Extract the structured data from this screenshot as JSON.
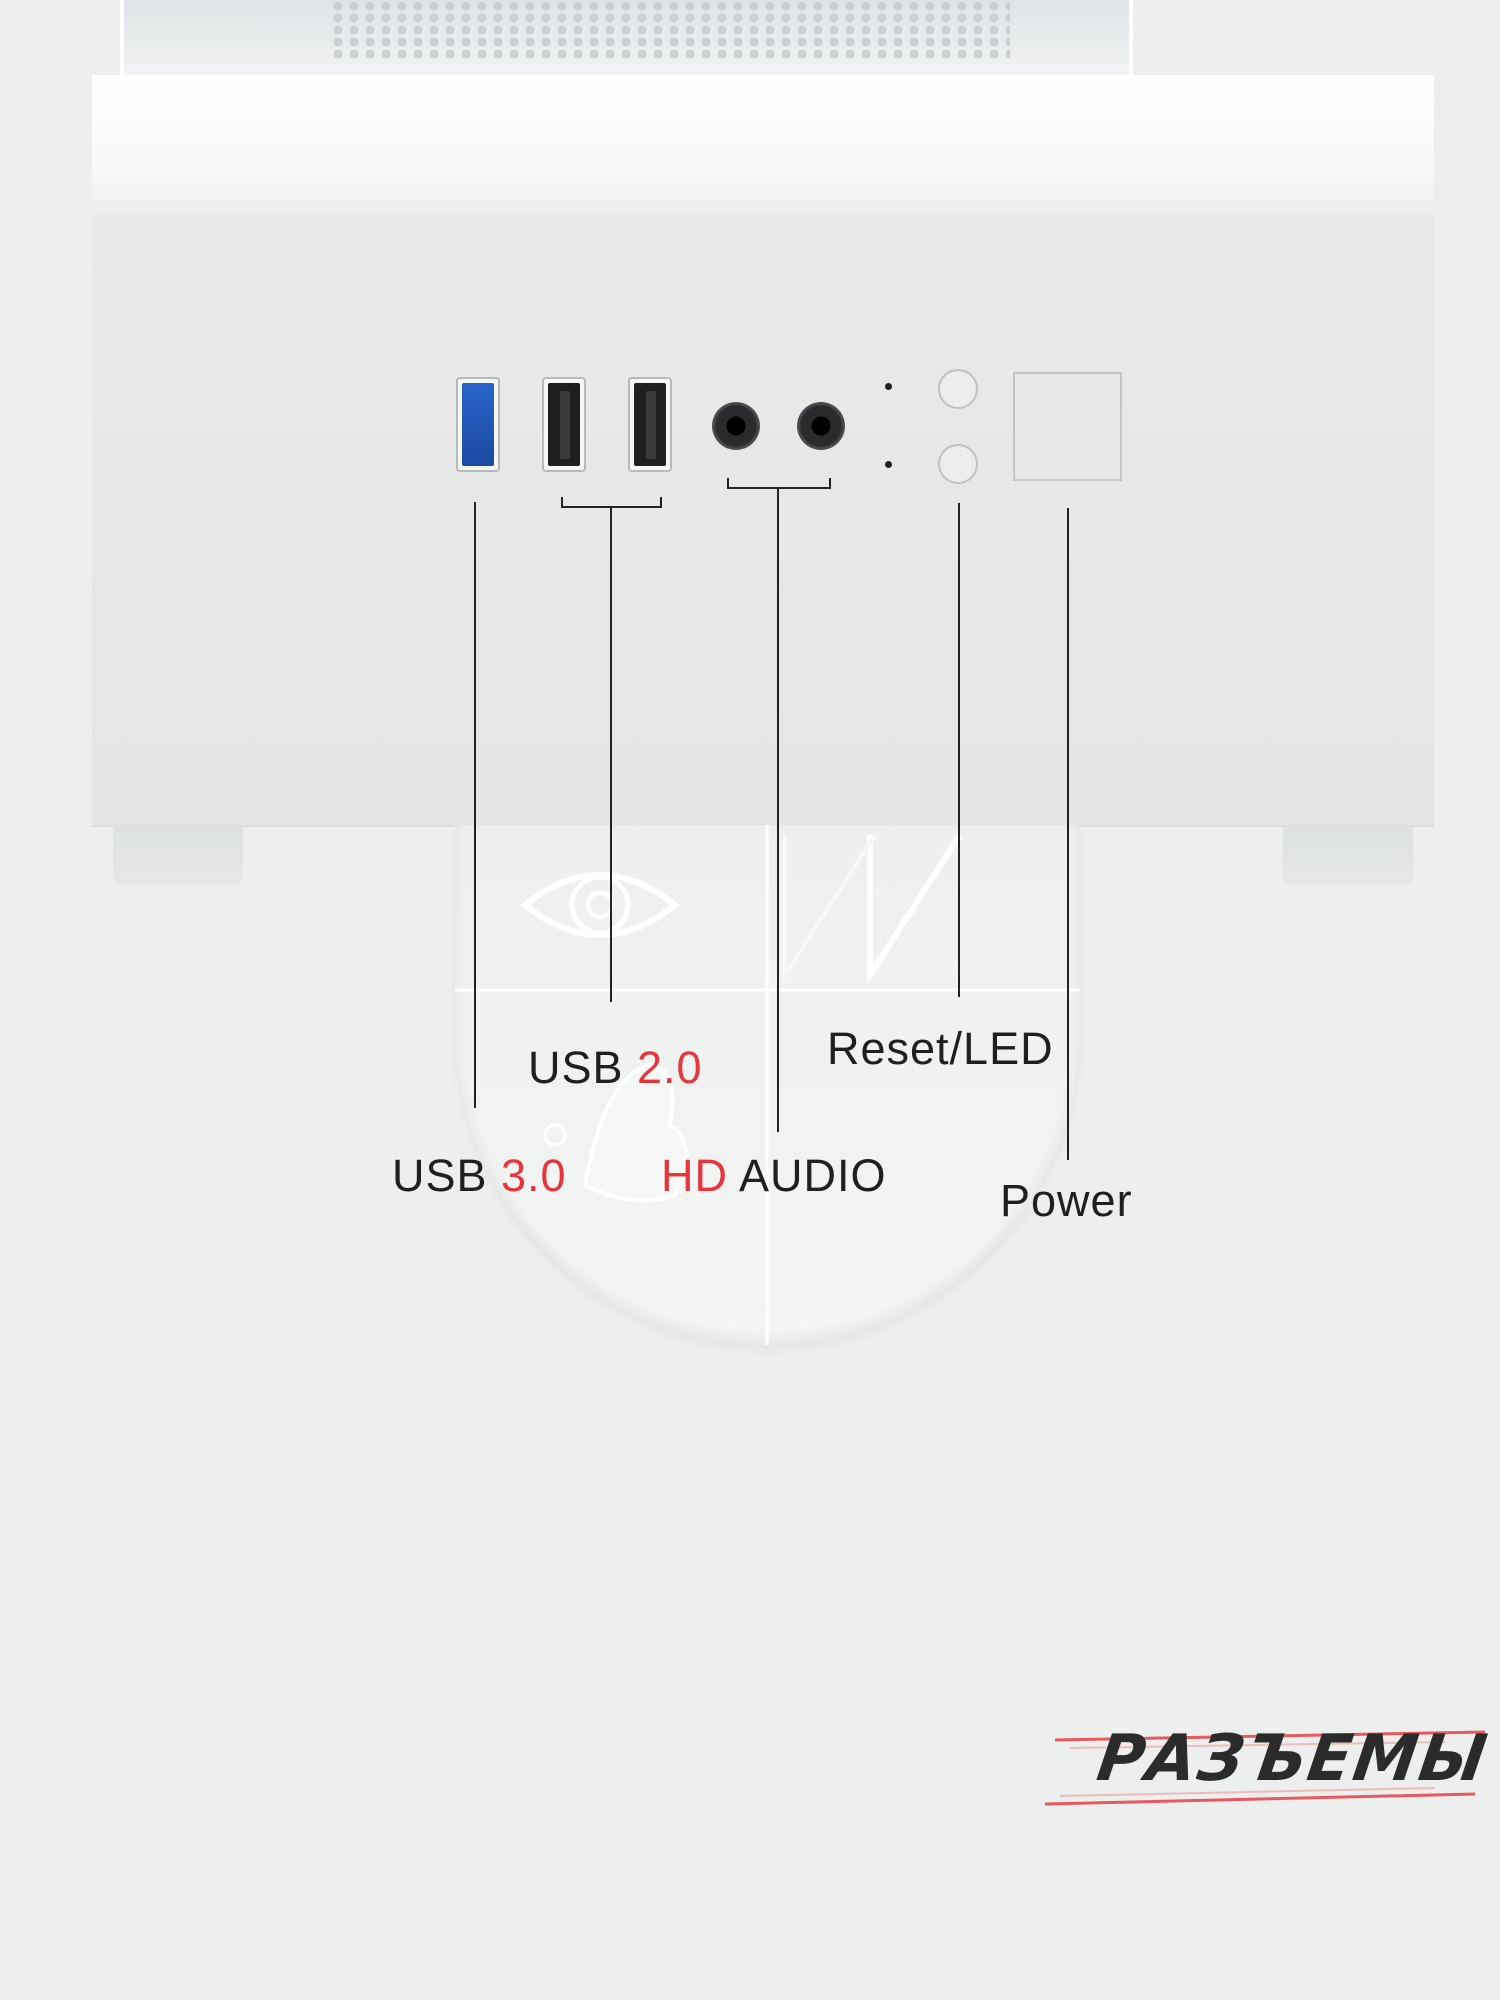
{
  "labels": {
    "usb30": {
      "main": "USB ",
      "accent": "3.0"
    },
    "usb20": {
      "main": "USB ",
      "accent": "2.0"
    },
    "hd_audio": {
      "accent": "HD",
      "main": " AUDIO"
    },
    "reset_led": "Reset/LED",
    "power": "Power"
  },
  "brand": {
    "title": "РАЗЪЕМЫ"
  },
  "colors": {
    "accent": "#e8343b",
    "usb3_blue": "#2a63c8",
    "background": "#ecefee",
    "text": "#1f1f1f"
  },
  "ports": {
    "usb30_count": 1,
    "usb20_count": 2,
    "audio_jack_count": 2,
    "led_indicator_count": 2,
    "round_button_count": 2,
    "power_button_count": 1
  }
}
